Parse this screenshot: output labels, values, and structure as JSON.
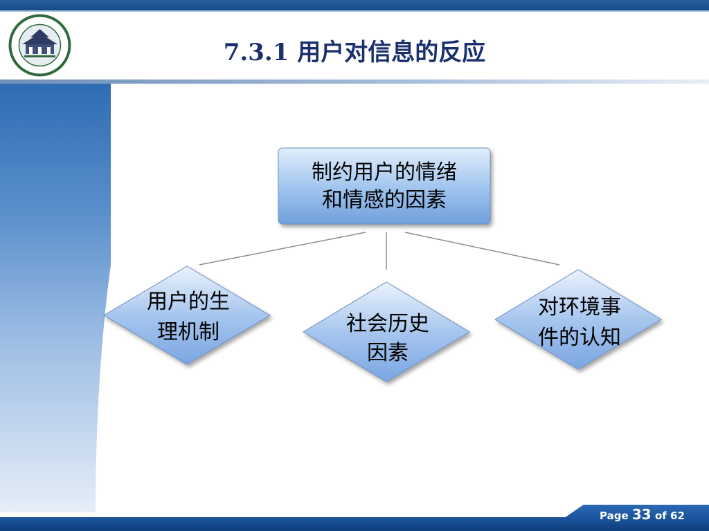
{
  "slide": {
    "title": "7.3.1  用户对信息的反应",
    "footer": {
      "page_word": "Page",
      "page_num": "33",
      "of_word": "of",
      "total": "62"
    }
  },
  "diagram": {
    "root": {
      "line1": "制约用户的情绪",
      "line2": "和情感的因素"
    },
    "children": [
      {
        "line1": "用户的生",
        "line2": "理机制"
      },
      {
        "line1": "社会历史",
        "line2": "因素"
      },
      {
        "line1": "对环境事",
        "line2": "件的认知"
      }
    ]
  },
  "colors": {
    "primary_blue": "#1a4f96",
    "node_fill_light": "#d6e6f8",
    "node_fill_dark": "#7aa9e0"
  }
}
